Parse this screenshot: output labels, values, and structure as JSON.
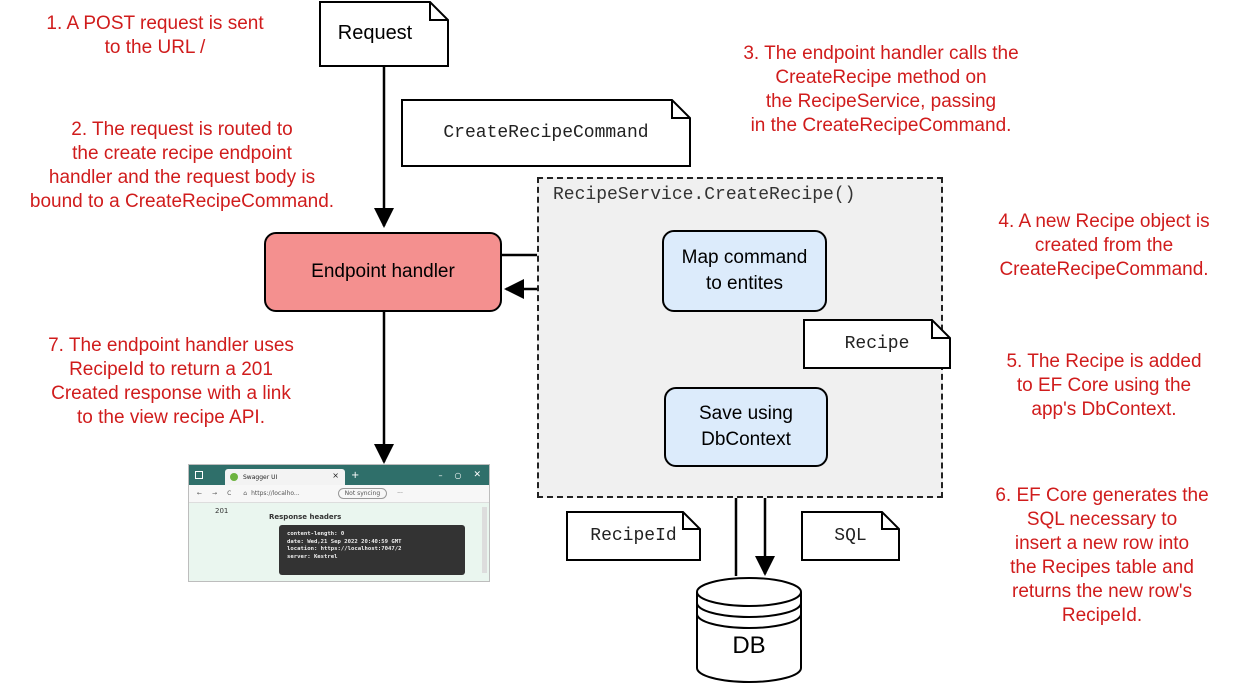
{
  "notes": {
    "n1": [
      "1. A POST request is sent",
      "to the URL /"
    ],
    "n2": [
      "2. The request is routed to",
      "the create recipe endpoint",
      "handler and the request body is",
      "bound to a CreateRecipeCommand."
    ],
    "n3": [
      "3. The endpoint handler calls the",
      "CreateRecipe method on",
      "the RecipeService, passing",
      "in the CreateRecipeCommand."
    ],
    "n4": [
      "4. A new Recipe object is",
      "created from the",
      "CreateRecipeCommand."
    ],
    "n5": [
      "5. The Recipe is added",
      "to EF Core using the",
      "app's DbContext."
    ],
    "n6": [
      "6. EF Core generates the",
      "SQL necessary to",
      "insert a new row into",
      "the Recipes table and",
      "returns the new row's",
      "RecipeId."
    ],
    "n7": [
      "7. The endpoint handler uses",
      "RecipeId to return a 201",
      "Created response with a link",
      "to the view recipe API."
    ]
  },
  "documents": {
    "request": "Request",
    "command": "CreateRecipeCommand",
    "recipe": "Recipe",
    "recipe_id": "RecipeId",
    "sql": "SQL"
  },
  "boxes": {
    "endpoint_handler": "Endpoint handler",
    "map_command": [
      "Map command",
      "to entites"
    ],
    "save": [
      "Save using",
      "DbContext"
    ]
  },
  "service_title": "RecipeService.CreateRecipe()",
  "database": "DB",
  "swagger": {
    "tab_title": "Swagger UI",
    "address": "https://localho...",
    "sync_label": "Not syncing",
    "status_code": "201",
    "response_headers_label": "Response headers",
    "headers": [
      "content-length: 0",
      "date: Wed,21 Sep 2022 20:40:59 GMT",
      "location: https://localhost:7047/2",
      "server: Kestrel"
    ]
  },
  "colors": {
    "annotation": "#d01c1c",
    "endpoint_fill": "#f4908f",
    "step_fill": "#dcebfb",
    "service_fill": "#f0f0f0"
  }
}
